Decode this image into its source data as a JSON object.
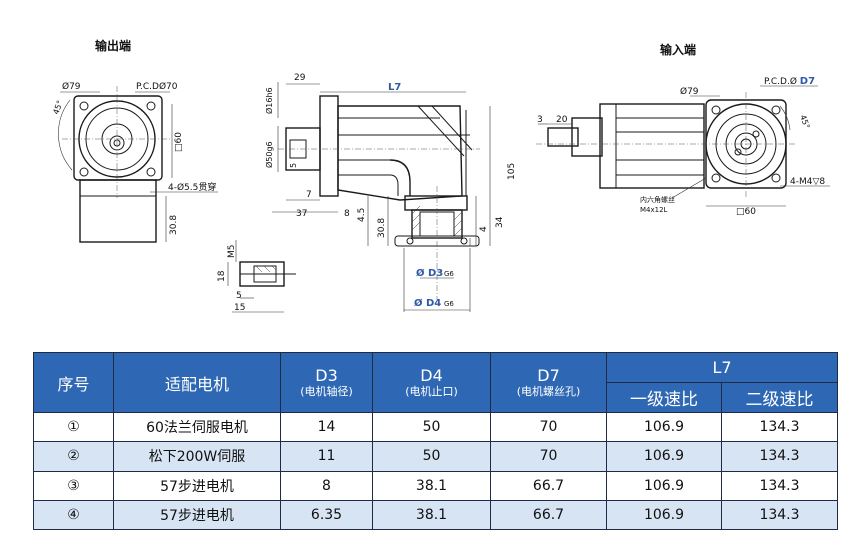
{
  "labels": {
    "output_end": "输出端",
    "input_end": "输入端",
    "phi79_left": "Ø79",
    "pcd70": "P.C.DØ70",
    "angle45_left": "45°",
    "sq60_left": "□60",
    "hole_4x55": "4-Ø5.5贯穿",
    "dim_308_left": "30.8",
    "dim_29": "29",
    "dim_phi16": "Ø16h6",
    "dim_phi50": "Ø50g6",
    "dim_5": "5",
    "dim_7": "7",
    "dim_37": "37",
    "dim_8": "8",
    "dim_45": "4.5",
    "dim_308_mid": "30.8",
    "dim_34": "34",
    "dim_4": "4",
    "dim_105": "105",
    "l7": "L7",
    "d3": "Ø D3",
    "g6_a": "G6",
    "d4": "Ø D4",
    "g6_b": "G6",
    "m5": "M5",
    "dim_18": "18",
    "dim_5b": "5",
    "dim_15": "15",
    "dim_3": "3",
    "dim_20": "20",
    "phi79_right": "Ø79",
    "pcd_d7_prefix": "P.C.D.Ø ",
    "pcd_d7": "D7",
    "angle45_right": "45°",
    "hex_bolt": "内六角螺丝",
    "hex_bolt_spec": "M4x12L",
    "sq60_right": "□60",
    "tap_m4": "4-M4▽8"
  },
  "table": {
    "headers": {
      "no": "序号",
      "motor": "适配电机",
      "d3": "D3",
      "d3_sub": "(电机轴径)",
      "d4": "D4",
      "d4_sub": "(电机止口)",
      "d7": "D7",
      "d7_sub": "(电机螺丝孔)",
      "l7": "L7",
      "stage1": "一级速比",
      "stage2": "二级速比"
    },
    "rows": [
      {
        "no": "①",
        "motor": "60法兰伺服电机",
        "d3": "14",
        "d4": "50",
        "d7": "70",
        "s1": "106.9",
        "s2": "134.3"
      },
      {
        "no": "②",
        "motor": "松下200W伺服",
        "d3": "11",
        "d4": "50",
        "d7": "70",
        "s1": "106.9",
        "s2": "134.3"
      },
      {
        "no": "③",
        "motor": "57步进电机",
        "d3": "8",
        "d4": "38.1",
        "d7": "66.7",
        "s1": "106.9",
        "s2": "134.3"
      },
      {
        "no": "④",
        "motor": "57步进电机",
        "d3": "6.35",
        "d4": "38.1",
        "d7": "66.7",
        "s1": "106.9",
        "s2": "134.3"
      }
    ]
  },
  "colors": {
    "header_bg": "#2e68b4",
    "stripe_bg": "#d7e4f4",
    "accent_text": "#2f5aa8"
  }
}
